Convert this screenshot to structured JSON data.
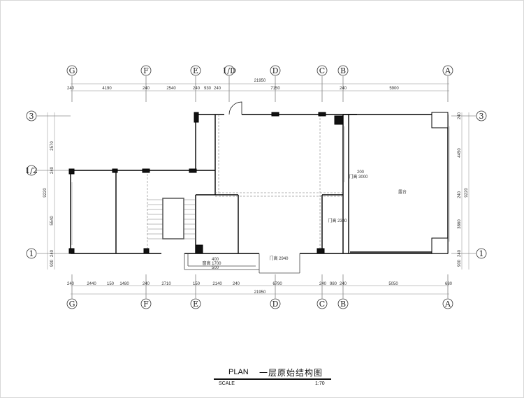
{
  "axes": {
    "columns": [
      "G",
      "F",
      "E",
      "1/D",
      "D",
      "C",
      "B",
      "A"
    ],
    "columns_bottom": [
      "G",
      "F",
      "E",
      "D",
      "C",
      "B",
      "A"
    ],
    "rows_left": [
      "3",
      "1/2",
      "1"
    ],
    "rows_right": [
      "3",
      "1"
    ]
  },
  "dimensions": {
    "top_total": "21950",
    "top_segments": [
      "240",
      "4190",
      "240",
      "2540",
      "240",
      "930",
      "240",
      "7150",
      "240",
      "5900"
    ],
    "bottom_total": "21950",
    "bottom_segments": [
      "240",
      "2440",
      "150",
      "1480",
      "240",
      "2710",
      "150",
      "2140",
      "240",
      "6790",
      "240",
      "980",
      "240",
      "5050",
      "680"
    ],
    "left_total": "9220",
    "left_segments": [
      "2570",
      "240",
      "5540",
      "240",
      "900"
    ],
    "right_total": "9220",
    "right_segments": [
      "240",
      "4450",
      "240",
      "3860",
      "240",
      "900"
    ]
  },
  "annotations": {
    "terrace_width": "200",
    "terrace_door": "门高 3000",
    "terrace_label": "露台",
    "door_c": "门高 2940",
    "door_b": "门高 2340",
    "window_w": "400",
    "window_h": "窗高 1700",
    "window_sill": "500"
  },
  "title": {
    "plan": "PLAN",
    "name": "一层原始结构图",
    "scale_label": "SCALE",
    "scale_value": "1:70"
  }
}
